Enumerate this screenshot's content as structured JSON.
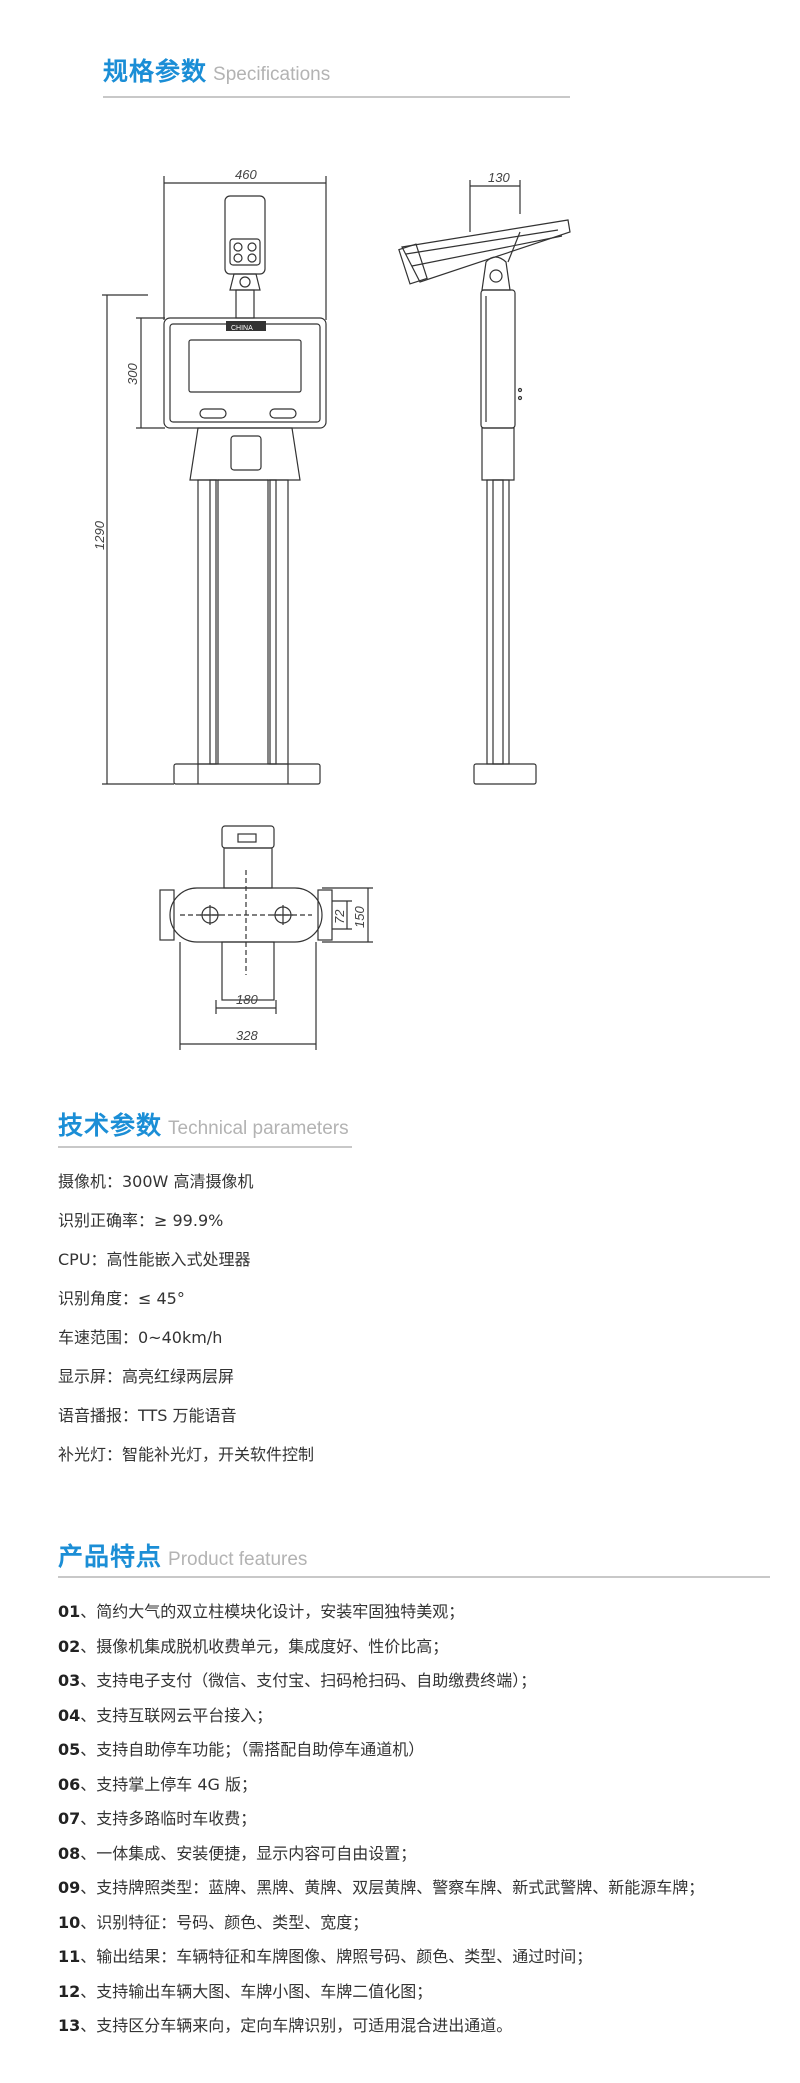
{
  "spec_section": {
    "title_cn": "规格参数",
    "title_en": "Specifications"
  },
  "drawing": {
    "dim_front_width": "460",
    "dim_side_width": "130",
    "dim_box_height": "300",
    "dim_total_height": "1290",
    "dim_base_inner": "72",
    "dim_base_depth": "150",
    "dim_post_width": "180",
    "dim_base_width": "328",
    "brand_mark": "CHINA"
  },
  "tech_section": {
    "title_cn": "技术参数",
    "title_en": "Technical parameters"
  },
  "params": [
    "摄像机：300W 高清摄像机",
    "识别正确率：≥ 99.9%",
    "CPU：高性能嵌入式处理器",
    "识别角度：≤ 45°",
    "车速范围：0~40km/h",
    "显示屏：高亮红绿两层屏",
    "语音播报：TTS 万能语音",
    "补光灯：智能补光灯，开关软件控制"
  ],
  "feature_section": {
    "title_cn": "产品特点",
    "title_en": "Product features"
  },
  "features": [
    {
      "num": "01",
      "text": "、简约大气的双立柱模块化设计，安装牢固独特美观；"
    },
    {
      "num": "02",
      "text": "、摄像机集成脱机收费单元，集成度好、性价比高；"
    },
    {
      "num": "03",
      "text": "、支持电子支付（微信、支付宝、扫码枪扫码、自助缴费终端）；"
    },
    {
      "num": "04",
      "text": "、支持互联网云平台接入；"
    },
    {
      "num": "05",
      "text": "、支持自助停车功能；（需搭配自助停车通道机）"
    },
    {
      "num": "06",
      "text": "、支持掌上停车 4G 版；"
    },
    {
      "num": "07",
      "text": "、支持多路临时车收费；"
    },
    {
      "num": "08",
      "text": "、一体集成、安装便捷，显示内容可自由设置；"
    },
    {
      "num": "09",
      "text": "、支持牌照类型：蓝牌、黑牌、黄牌、双层黄牌、警察车牌、新式武警牌、新能源车牌；"
    },
    {
      "num": "10",
      "text": "、识别特征：号码、颜色、类型、宽度；"
    },
    {
      "num": "11",
      "text": "、输出结果：车辆特征和车牌图像、牌照号码、颜色、类型、通过时间；"
    },
    {
      "num": "12",
      "text": "、支持输出车辆大图、车牌小图、车牌二值化图；"
    },
    {
      "num": "13",
      "text": "、支持区分车辆来向，定向车牌识别，可适用混合进出通道。"
    }
  ]
}
